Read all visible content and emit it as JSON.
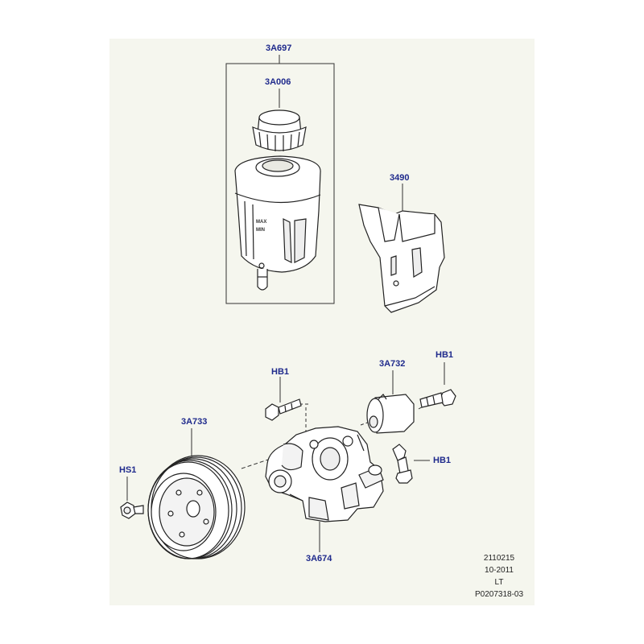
{
  "diagram": {
    "background_color": "#f5f6ee",
    "label_color": "#1f2a8c",
    "line_color": "#333333",
    "callouts": {
      "reservoir_assembly": "3A697",
      "reservoir_cap": "3A006",
      "bracket": "3490",
      "hose_fitting": "3A732",
      "bolt_top_right": "HB1",
      "bolt_top_left": "HB1",
      "bolt_lower_right": "HB1",
      "pulley": "3A733",
      "pulley_screw": "HS1",
      "pump": "3A674"
    },
    "reservoir_markings": {
      "max": "MAX",
      "min": "MIN"
    },
    "stamp": {
      "number": "2110215",
      "date": "10-2011",
      "code": "LT",
      "part_ref": "P0207318-03"
    }
  }
}
